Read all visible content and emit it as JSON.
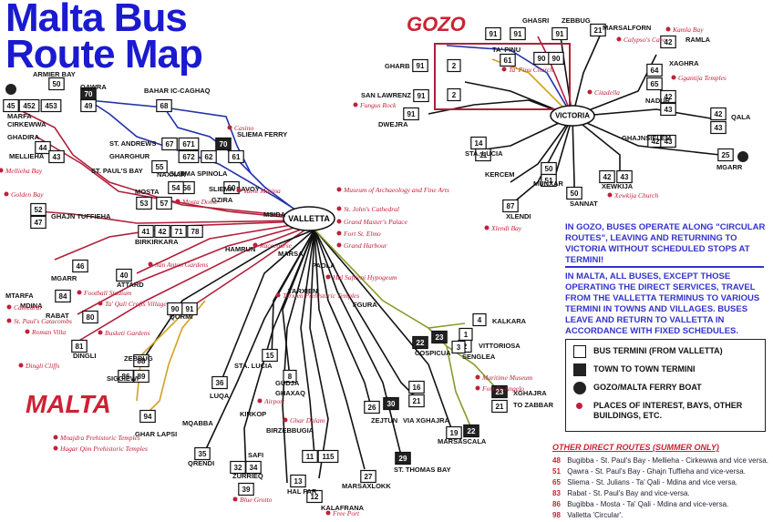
{
  "title_line1": "Malta Bus",
  "title_line2": "Route Map",
  "region_gozo": "GOZO",
  "region_malta": "MALTA",
  "hub_valletta": "VALLETTA",
  "hub_victoria": "VICTORIA",
  "note_gozo": "IN GOZO, BUSES OPERATE ALONG \"CIRCULAR ROUTES\", LEAVING AND RETURNING TO VICTORIA WITHOUT SCHEDULED STOPS AT TERMINI!",
  "note_malta": "IN MALTA, ALL BUSES, EXCEPT THOSE OPERATING THE DIRECT SERVICES, TRAVEL FROM THE VALLETTA TERMINUS TO VARIOUS TERMINI IN TOWNS AND VILLAGES. BUSES LEAVE AND RETURN TO VALLETTA IN ACCORDANCE WITH FIXED SCHEDULES.",
  "legend": {
    "bus_termini": "BUS TERMINI (FROM VALLETTA)",
    "town_termini": "TOWN TO TOWN TERMINI",
    "ferry": "GOZO/MALTA FERRY BOAT",
    "places": "PLACES OF INTEREST, BAYS, OTHER BUILDINGS, ETC."
  },
  "other_routes_title": "OTHER DIRECT ROUTES (SUMMER ONLY)",
  "other_routes": [
    {
      "num": "48",
      "text": "Bugibba - St. Paul's Bay - Mellieha - Cirkewwa and vice versa."
    },
    {
      "num": "51",
      "text": "Qawra - St. Paul's Bay - Ghajn Tuffieha and vice-versa."
    },
    {
      "num": "65",
      "text": "Sliema - St. Julians - Ta' Qali - Mdina and vice versa."
    },
    {
      "num": "83",
      "text": "Rabat - St. Paul's Bay and vice-versa."
    },
    {
      "num": "86",
      "text": "Bugibba - Mosta - Ta' Qali - Mdina and vice-versa."
    },
    {
      "num": "98",
      "text": "Valletta 'Circular'."
    }
  ],
  "colors": {
    "title_blue": "#1a1ad0",
    "accent_red": "#cc2233",
    "route_black": "#111111",
    "route_red": "#b0203a",
    "route_blue": "#2233aa",
    "route_olive": "#8a9a2a",
    "route_gold": "#d4a020",
    "gozo_box": "#b0203a"
  },
  "places": [
    {
      "t": "ARMIER BAY"
    },
    {
      "t": "QAWRA"
    },
    {
      "t": "BAHAR IC-CAGHAQ"
    },
    {
      "t": "MARFA"
    },
    {
      "t": "CIRKEWWA"
    },
    {
      "t": "GHADIRA"
    },
    {
      "t": "MELLIEHA"
    },
    {
      "t": "ST. PAUL'S BAY"
    },
    {
      "t": "ST. ANDREWS"
    },
    {
      "t": "GHARGHUR"
    },
    {
      "t": "SLIEMA FERRY"
    },
    {
      "t": "SLIEMA SPINOLA"
    },
    {
      "t": "NAXXAR"
    },
    {
      "t": "SLIEMA SAVOY"
    },
    {
      "t": "MOSTA"
    },
    {
      "t": "GZIRA"
    },
    {
      "t": "MSIDA"
    },
    {
      "t": "GHAJN TUFFIEHA"
    },
    {
      "t": "BIRKIRKARA"
    },
    {
      "t": "HAMRUN"
    },
    {
      "t": "MARSA"
    },
    {
      "t": "PAOLA"
    },
    {
      "t": "TARXIEN"
    },
    {
      "t": "FGURA"
    },
    {
      "t": "MGARR"
    },
    {
      "t": "ATTARD"
    },
    {
      "t": "MTARFA"
    },
    {
      "t": "MDINA"
    },
    {
      "t": "RABAT"
    },
    {
      "t": "QORMI"
    },
    {
      "t": "DINGLI"
    },
    {
      "t": "ZEBBUG"
    },
    {
      "t": "SIGGIEWI"
    },
    {
      "t": "STA. LUCIA"
    },
    {
      "t": "GUDJA"
    },
    {
      "t": "GHAXAQ"
    },
    {
      "t": "LUQA"
    },
    {
      "t": "KIRKOP"
    },
    {
      "t": "MQABBA"
    },
    {
      "t": "QRENDI"
    },
    {
      "t": "SAFI"
    },
    {
      "t": "ZURRIEQ"
    },
    {
      "t": "BIRZEBBUGIA"
    },
    {
      "t": "HAL FAR"
    },
    {
      "t": "KALAFRANA"
    },
    {
      "t": "MARSAXLOKK"
    },
    {
      "t": "ST. THOMAS BAY"
    },
    {
      "t": "ZEJTUN"
    },
    {
      "t": "VIA XGHAJRA"
    },
    {
      "t": "MARSASCALA"
    },
    {
      "t": "COSPICUA"
    },
    {
      "t": "VITTORIOSA"
    },
    {
      "t": "SENGLEA"
    },
    {
      "t": "KALKARA"
    },
    {
      "t": "XGHAJRA"
    },
    {
      "t": "TO ZABBAR"
    },
    {
      "t": "GHAR LAPSI"
    },
    {
      "t": "GHARB"
    },
    {
      "t": "SAN LAWRENZ"
    },
    {
      "t": "DWEJRA"
    },
    {
      "t": "TA' PINU"
    },
    {
      "t": "GHASRI"
    },
    {
      "t": "ZEBBUG"
    },
    {
      "t": "MARSALFORN"
    },
    {
      "t": "RAMLA"
    },
    {
      "t": "XAGHRA"
    },
    {
      "t": "NADUR"
    },
    {
      "t": "QALA"
    },
    {
      "t": "GHAJNSIELEM"
    },
    {
      "t": "MGARR"
    },
    {
      "t": "XEWKIJA"
    },
    {
      "t": "STA. LUCIA"
    },
    {
      "t": "KERCEM"
    },
    {
      "t": "MUNXAR"
    },
    {
      "t": "SANNAT"
    },
    {
      "t": "XLENDI"
    }
  ],
  "pois": [
    {
      "t": "Casino"
    },
    {
      "t": "Yacht Marina"
    },
    {
      "t": "Mosta Dome"
    },
    {
      "t": "Museum of Archaeology and Fine Arts"
    },
    {
      "t": "St. John's Cathedral"
    },
    {
      "t": "Grand Master's Palace"
    },
    {
      "t": "Fort St. Elmo"
    },
    {
      "t": "Grand Harbour"
    },
    {
      "t": "Racecourse"
    },
    {
      "t": "Hal Saflieni Hypogeum"
    },
    {
      "t": "Tarxien Prehistoric Temples"
    },
    {
      "t": "San Anton Gardens"
    },
    {
      "t": "Football Stadium"
    },
    {
      "t": "Ta' Qali Crafts Village"
    },
    {
      "t": "Cathedral"
    },
    {
      "t": "St. Paul's Catacombs"
    },
    {
      "t": "Roman Villa"
    },
    {
      "t": "Busketi Gardens"
    },
    {
      "t": "Dingli Cliffs"
    },
    {
      "t": "Golden Bay"
    },
    {
      "t": "Mellieha Bay"
    },
    {
      "t": "Airport"
    },
    {
      "t": "Ghar Dalam"
    },
    {
      "t": "Mnajdra Prehistoric Temples"
    },
    {
      "t": "Hagar Qim Prehistoric Temples"
    },
    {
      "t": "Blue Grotto"
    },
    {
      "t": "Free Port"
    },
    {
      "t": "Maritime Museum"
    },
    {
      "t": "Fort St. Angelo"
    },
    {
      "t": "Ta' Pinu Church"
    },
    {
      "t": "Fungus Rock"
    },
    {
      "t": "Citadella"
    },
    {
      "t": "Kamla Bay"
    },
    {
      "t": "Calypso's Cave"
    },
    {
      "t": "Ggantija Temples"
    },
    {
      "t": "Xewkija Church"
    },
    {
      "t": "Xlendi Bay"
    }
  ],
  "routes": [
    {
      "n": "50"
    },
    {
      "n": "70"
    },
    {
      "n": "49"
    },
    {
      "n": "68"
    },
    {
      "n": "45"
    },
    {
      "n": "452"
    },
    {
      "n": "453"
    },
    {
      "n": "44"
    },
    {
      "n": "43"
    },
    {
      "n": "67"
    },
    {
      "n": "671"
    },
    {
      "n": "70"
    },
    {
      "n": "672"
    },
    {
      "n": "62"
    },
    {
      "n": "61"
    },
    {
      "n": "55"
    },
    {
      "n": "56"
    },
    {
      "n": "54"
    },
    {
      "n": "60"
    },
    {
      "n": "53"
    },
    {
      "n": "57"
    },
    {
      "n": "52"
    },
    {
      "n": "47"
    },
    {
      "n": "41"
    },
    {
      "n": "42"
    },
    {
      "n": "71"
    },
    {
      "n": "78"
    },
    {
      "n": "46"
    },
    {
      "n": "40"
    },
    {
      "n": "84"
    },
    {
      "n": "80"
    },
    {
      "n": "81"
    },
    {
      "n": "90"
    },
    {
      "n": "91"
    },
    {
      "n": "88"
    },
    {
      "n": "89"
    },
    {
      "n": "86"
    },
    {
      "n": "94"
    },
    {
      "n": "15"
    },
    {
      "n": "36"
    },
    {
      "n": "8"
    },
    {
      "n": "35"
    },
    {
      "n": "32"
    },
    {
      "n": "34"
    },
    {
      "n": "39"
    },
    {
      "n": "11"
    },
    {
      "n": "115"
    },
    {
      "n": "13"
    },
    {
      "n": "12"
    },
    {
      "n": "27"
    },
    {
      "n": "29"
    },
    {
      "n": "26"
    },
    {
      "n": "30"
    },
    {
      "n": "16"
    },
    {
      "n": "21"
    },
    {
      "n": "19"
    },
    {
      "n": "22"
    },
    {
      "n": "23"
    },
    {
      "n": "22"
    },
    {
      "n": "4"
    },
    {
      "n": "1"
    },
    {
      "n": "2"
    },
    {
      "n": "3"
    },
    {
      "n": "21"
    },
    {
      "n": "23"
    },
    {
      "n": "91"
    },
    {
      "n": "91"
    },
    {
      "n": "91"
    },
    {
      "n": "91"
    },
    {
      "n": "2"
    },
    {
      "n": "2"
    },
    {
      "n": "61"
    },
    {
      "n": "90"
    },
    {
      "n": "90"
    },
    {
      "n": "91"
    },
    {
      "n": "91"
    },
    {
      "n": "21"
    },
    {
      "n": "42"
    },
    {
      "n": "64"
    },
    {
      "n": "65"
    },
    {
      "n": "42"
    },
    {
      "n": "43"
    },
    {
      "n": "42"
    },
    {
      "n": "43"
    },
    {
      "n": "42"
    },
    {
      "n": "43"
    },
    {
      "n": "25"
    },
    {
      "n": "42"
    },
    {
      "n": "43"
    },
    {
      "n": "14"
    },
    {
      "n": "11"
    },
    {
      "n": "50"
    },
    {
      "n": "51"
    },
    {
      "n": "50"
    },
    {
      "n": "87"
    }
  ]
}
